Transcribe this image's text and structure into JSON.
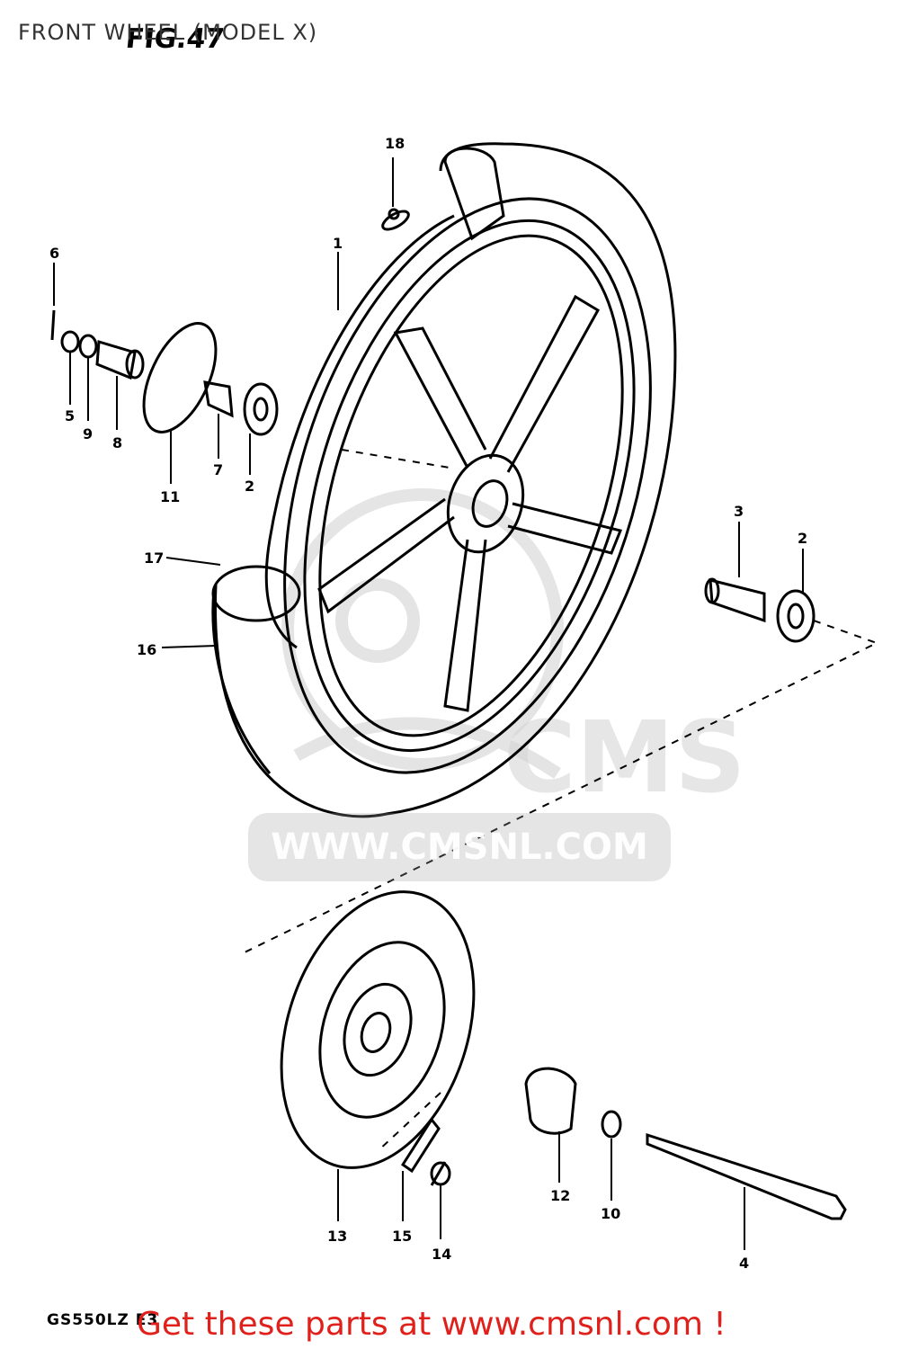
{
  "header": {
    "title": "FRONT WHEEL (MODEL X)",
    "figure_label": "FIG.47"
  },
  "diagram": {
    "callouts": [
      "1",
      "2",
      "3",
      "4",
      "5",
      "6",
      "7",
      "8",
      "9",
      "10",
      "11",
      "12",
      "13",
      "14",
      "15",
      "16",
      "17",
      "18"
    ],
    "watermark": {
      "brand": "CMS",
      "url": "WWW.CMSNL.COM"
    }
  },
  "footer": {
    "model_code": "GS550LZ E3",
    "promo": "Get these parts at www.cmsnl.com !",
    "promo_color": "#e0201a"
  }
}
